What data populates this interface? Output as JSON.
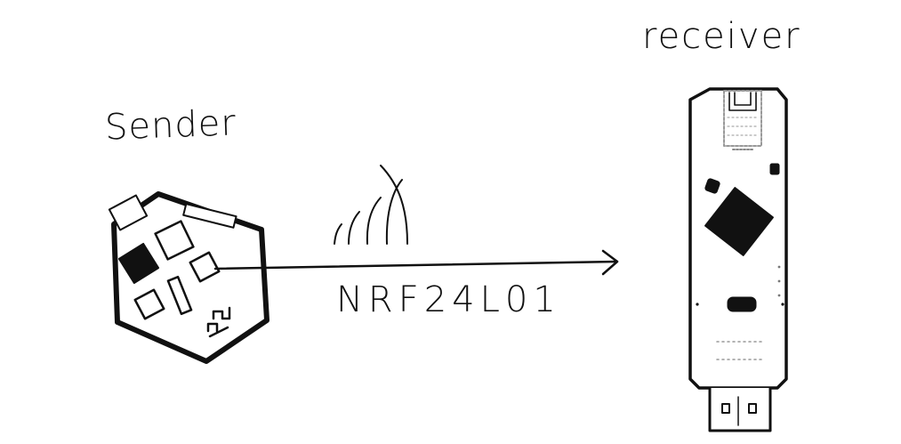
{
  "labels": {
    "sender": "Sender",
    "receiver": "receiver",
    "link": "NRF24L01"
  },
  "colors": {
    "ink": "#111111",
    "fill": "#ffffff",
    "faint": "#9a9a9a"
  },
  "icons": {
    "sender": "sender-board-icon",
    "receiver": "usb-receiver-icon",
    "signal": "wireless-signal-icon",
    "arrow": "arrow-right-icon"
  }
}
